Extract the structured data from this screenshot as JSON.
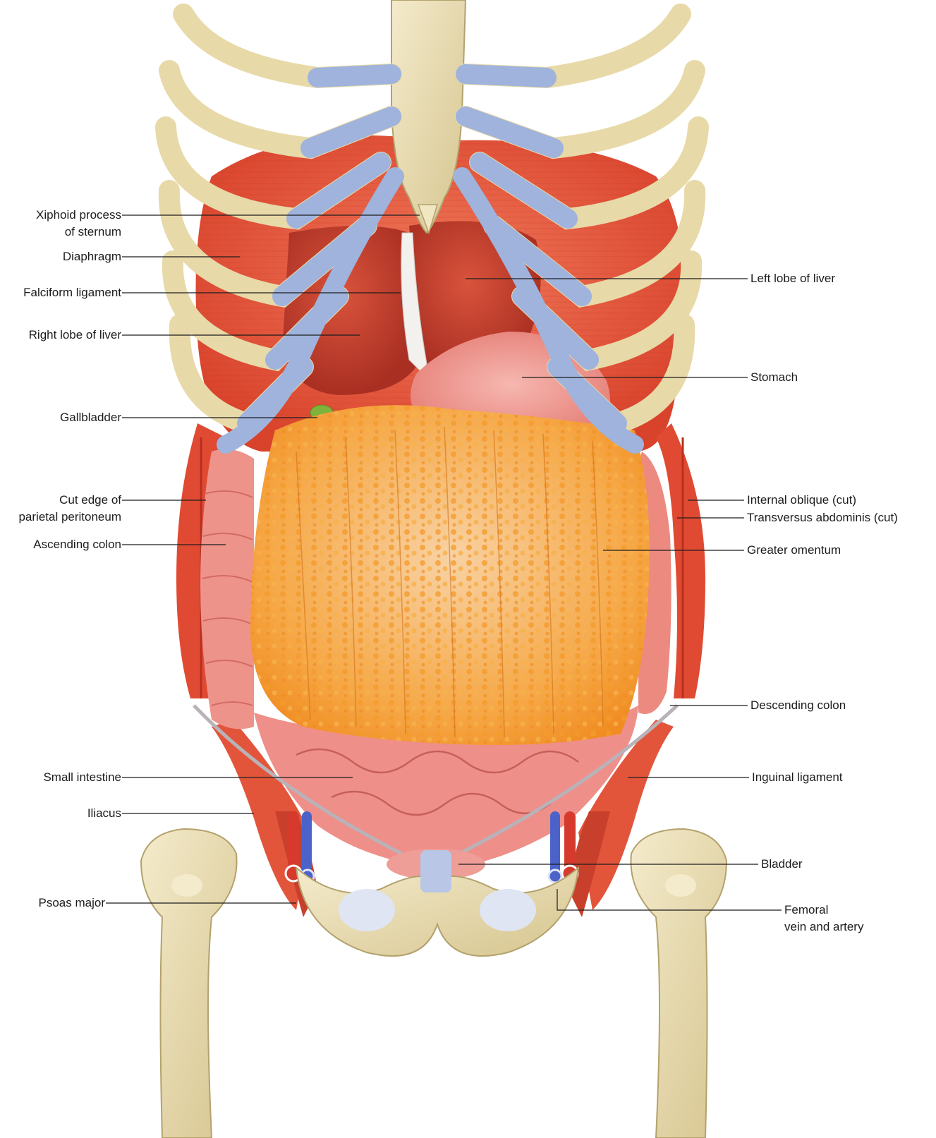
{
  "figure": {
    "labels_left": {
      "xiphoid": [
        "Xiphoid process",
        "of sternum"
      ],
      "diaphragm": "Diaphragm",
      "falciform": "Falciform ligament",
      "right_lobe": "Right lobe of liver",
      "gallbladder": "Gallbladder",
      "cut_edge": [
        "Cut edge of",
        "parietal peritoneum"
      ],
      "ascending_colon": "Ascending colon",
      "small_intestine": "Small intestine",
      "iliacus": "Iliacus",
      "psoas": "Psoas major"
    },
    "labels_right": {
      "left_lobe": "Left lobe of liver",
      "stomach": "Stomach",
      "internal_oblique": "Internal oblique (cut)",
      "transversus": "Transversus abdominis (cut)",
      "greater_omentum": "Greater omentum",
      "descending_colon": "Descending colon",
      "inguinal": "Inguinal ligament",
      "bladder": "Bladder",
      "femoral": [
        "Femoral",
        "vein and artery"
      ]
    }
  },
  "colors": {
    "muscle": "#e8553c",
    "liver": "#c8412f",
    "omentum": "#f5a23a",
    "bone": "#eadfb6",
    "cartilage": "#9fb3dc",
    "intestine": "#ec8a86",
    "gallbladder": "#7fb23a"
  }
}
